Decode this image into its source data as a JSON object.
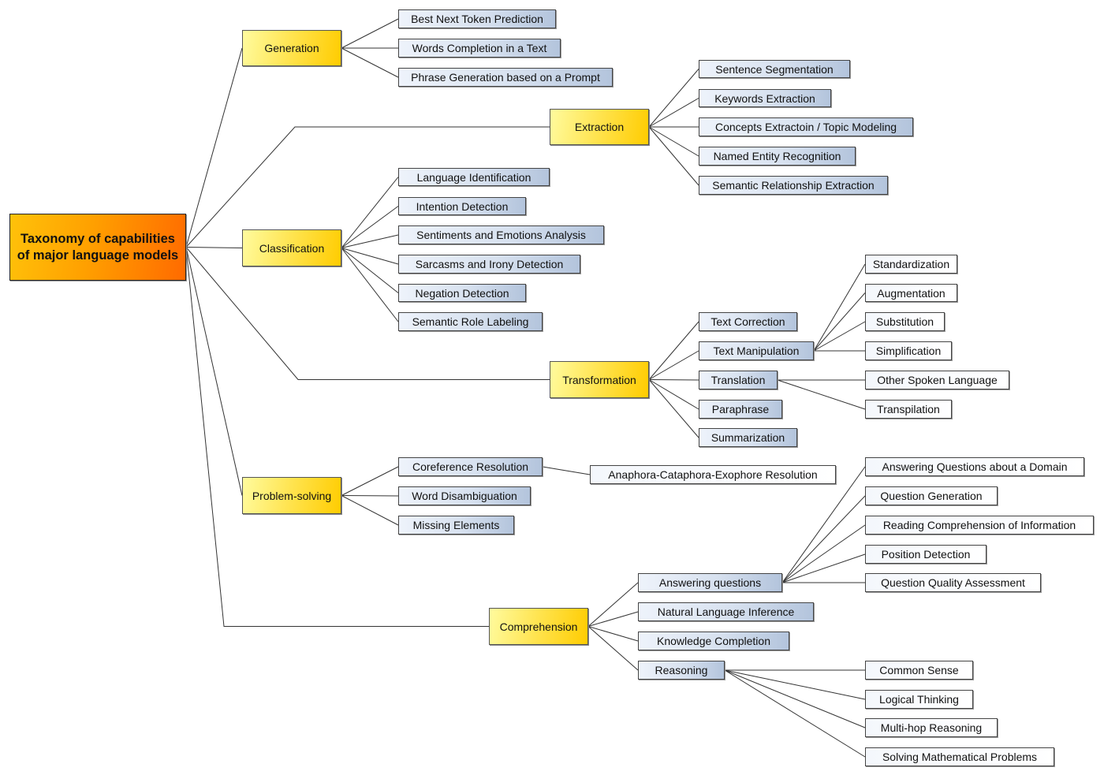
{
  "root": {
    "label": "Taxonomy of capabilities of major language models",
    "children": [
      {
        "label": "Generation",
        "children": [
          {
            "label": "Best Next Token Prediction"
          },
          {
            "label": "Words Completion in a Text"
          },
          {
            "label": "Phrase Generation based on a Prompt"
          }
        ]
      },
      {
        "label": "Extraction",
        "children": [
          {
            "label": "Sentence Segmentation"
          },
          {
            "label": "Keywords Extraction"
          },
          {
            "label": "Concepts Extractoin / Topic Modeling"
          },
          {
            "label": "Named Entity Recognition"
          },
          {
            "label": "Semantic Relationship Extraction"
          }
        ]
      },
      {
        "label": "Classification",
        "children": [
          {
            "label": "Language Identification"
          },
          {
            "label": "Intention Detection"
          },
          {
            "label": "Sentiments and Emotions Analysis"
          },
          {
            "label": "Sarcasms and Irony Detection"
          },
          {
            "label": "Negation Detection"
          },
          {
            "label": "Semantic Role Labeling"
          }
        ]
      },
      {
        "label": "Transformation",
        "children": [
          {
            "label": "Text Correction"
          },
          {
            "label": "Text Manipulation",
            "children": [
              {
                "label": "Standardization"
              },
              {
                "label": "Augmentation"
              },
              {
                "label": "Substitution"
              },
              {
                "label": "Simplification"
              }
            ]
          },
          {
            "label": "Translation",
            "children": [
              {
                "label": "Other Spoken Language"
              },
              {
                "label": "Transpilation"
              }
            ]
          },
          {
            "label": "Paraphrase"
          },
          {
            "label": "Summarization"
          }
        ]
      },
      {
        "label": "Problem-solving",
        "children": [
          {
            "label": "Coreference Resolution",
            "children": [
              {
                "label": "Anaphora-Cataphora-Exophore Resolution"
              }
            ]
          },
          {
            "label": "Word Disambiguation"
          },
          {
            "label": "Missing Elements"
          }
        ]
      },
      {
        "label": "Comprehension",
        "children": [
          {
            "label": "Answering questions",
            "children": [
              {
                "label": "Answering Questions about a Domain"
              },
              {
                "label": "Question Generation"
              },
              {
                "label": "Reading Comprehension of Information"
              },
              {
                "label": "Position Detection"
              },
              {
                "label": "Question Quality Assessment"
              }
            ]
          },
          {
            "label": "Natural Language Inference"
          },
          {
            "label": "Knowledge Completion"
          },
          {
            "label": "Reasoning",
            "children": [
              {
                "label": "Common Sense"
              },
              {
                "label": "Logical Thinking"
              },
              {
                "label": "Multi-hop Reasoning"
              },
              {
                "label": "Solving Mathematical Problems"
              }
            ]
          }
        ]
      }
    ]
  }
}
